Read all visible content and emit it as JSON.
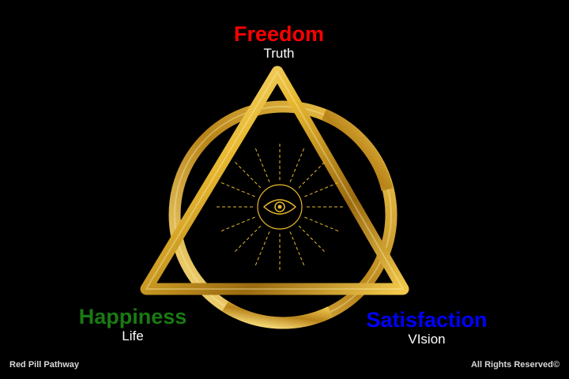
{
  "nodes": {
    "top": {
      "title": "Freedom",
      "subtitle": "Truth",
      "color": "#ff0000"
    },
    "left": {
      "title": "Happiness",
      "subtitle": "Life",
      "color": "#1a7a12"
    },
    "right": {
      "title": "Satisfaction",
      "subtitle": "VIsion",
      "color": "#0000ff"
    }
  },
  "footer": {
    "left": "Red Pill Pathway",
    "right": "All Rights Reserved©"
  },
  "symbol": {
    "gold": "#e8b830",
    "gold_light": "#fff0a8",
    "gold_dark": "#9a6a10",
    "center_icon": "eye-icon"
  }
}
